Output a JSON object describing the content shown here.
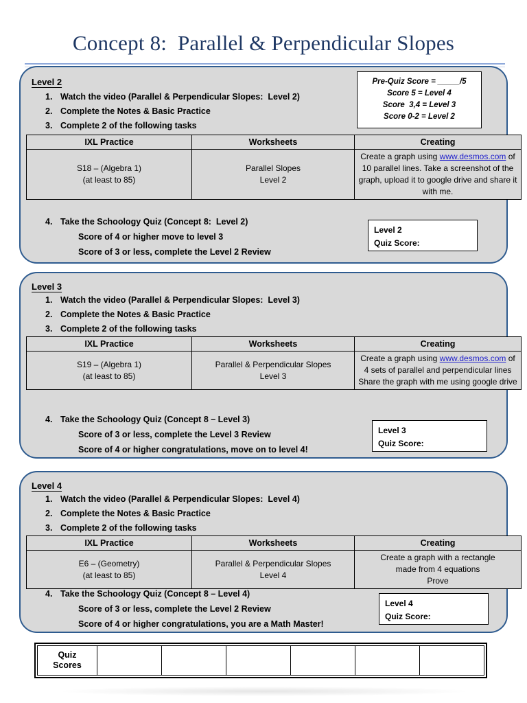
{
  "document": {
    "title": "Concept 8:  Parallel & Perpendicular Slopes"
  },
  "prequiz": {
    "line1": "Pre-Quiz Score = _____/5",
    "line2": "Score 5 = Level 4",
    "line3": "Score  3,4 = Level 3",
    "line4": "Score 0-2 = Level 2"
  },
  "table_headers": {
    "ixl": "IXL Practice",
    "worksheets": "Worksheets",
    "creating": "Creating"
  },
  "link_text": "www.desmos.com",
  "levels": [
    {
      "heading": "Level 2",
      "steps": [
        {
          "num": "1.",
          "text": "Watch the video (Parallel & Perpendicular Slopes:  Level 2)"
        },
        {
          "num": "2.",
          "text": "Complete the Notes & Basic Practice"
        },
        {
          "num": "3.",
          "text": "Complete 2 of the following tasks"
        }
      ],
      "table": {
        "ixl": [
          "S18 – (Algebra 1)",
          "(at least to 85)"
        ],
        "worksheets": [
          "Parallel Slopes",
          "Level 2"
        ],
        "creating_pre": "Create a graph using ",
        "creating_post": " of 10 parallel lines.  Take a screenshot of the graph, upload it to google drive and share it with me."
      },
      "final": {
        "num": "4.",
        "text": "Take the Schoology Quiz (Concept 8:  Level 2)",
        "sub1": "Score of 4 or higher move to level 3",
        "sub2": "Score of 3 or less, complete the Level 2 Review"
      },
      "quiz_box": {
        "line1": "Level 2",
        "line2": "Quiz Score:"
      }
    },
    {
      "heading": "Level 3",
      "steps": [
        {
          "num": "1.",
          "text": "Watch the video (Parallel & Perpendicular Slopes:  Level 3)"
        },
        {
          "num": "2.",
          "text": "Complete the Notes & Basic Practice"
        },
        {
          "num": "3.",
          "text": "Complete 2 of the following tasks"
        }
      ],
      "table": {
        "ixl": [
          "S19 – (Algebra 1)",
          "(at least to 85)"
        ],
        "worksheets": [
          "Parallel & Perpendicular Slopes",
          "Level 3"
        ],
        "creating_pre": "Create a graph using ",
        "creating_post": " of 4 sets of parallel and perpendicular lines Share the graph with me using google drive"
      },
      "final": {
        "num": "4.",
        "text": "Take the Schoology Quiz (Concept 8 – Level 3)",
        "sub1": "Score of 3 or less, complete the Level 3 Review",
        "sub2": "Score of 4 or higher congratulations, move on to level 4!"
      },
      "quiz_box": {
        "line1": "Level 3",
        "line2": "Quiz Score:"
      }
    },
    {
      "heading": "Level 4",
      "steps": [
        {
          "num": "1.",
          "text": "Watch the video (Parallel & Perpendicular Slopes:  Level 4)"
        },
        {
          "num": "2.",
          "text": "Complete the Notes & Basic Practice"
        },
        {
          "num": "3.",
          "text": "Complete 2 of the following tasks"
        }
      ],
      "table": {
        "ixl": [
          "E6 – (Geometry)",
          "(at least to 85)"
        ],
        "worksheets": [
          "Parallel & Perpendicular Slopes",
          "Level 4"
        ],
        "creating_plain": [
          "Create a graph with a rectangle",
          "made from 4 equations",
          "Prove"
        ]
      },
      "final": {
        "num": "4.",
        "text": "Take the Schoology Quiz (Concept 8 – Level 4)",
        "sub1": "Score of 3 or less, complete the Level 2 Review",
        "sub2": "Score of 4 or higher congratulations, you are a Math Master!"
      },
      "quiz_box": {
        "line1": "Level 4",
        "line2": "Quiz Score:"
      }
    }
  ],
  "scores_table": {
    "label_line1": "Quiz",
    "label_line2": "Scores",
    "empty_cells": [
      "",
      "",
      "",
      "",
      "",
      ""
    ]
  },
  "colors": {
    "title": "#1F3864",
    "panel_border": "#2E5B8F",
    "panel_fill": "#D9D9D9",
    "link": "#2222CC"
  }
}
